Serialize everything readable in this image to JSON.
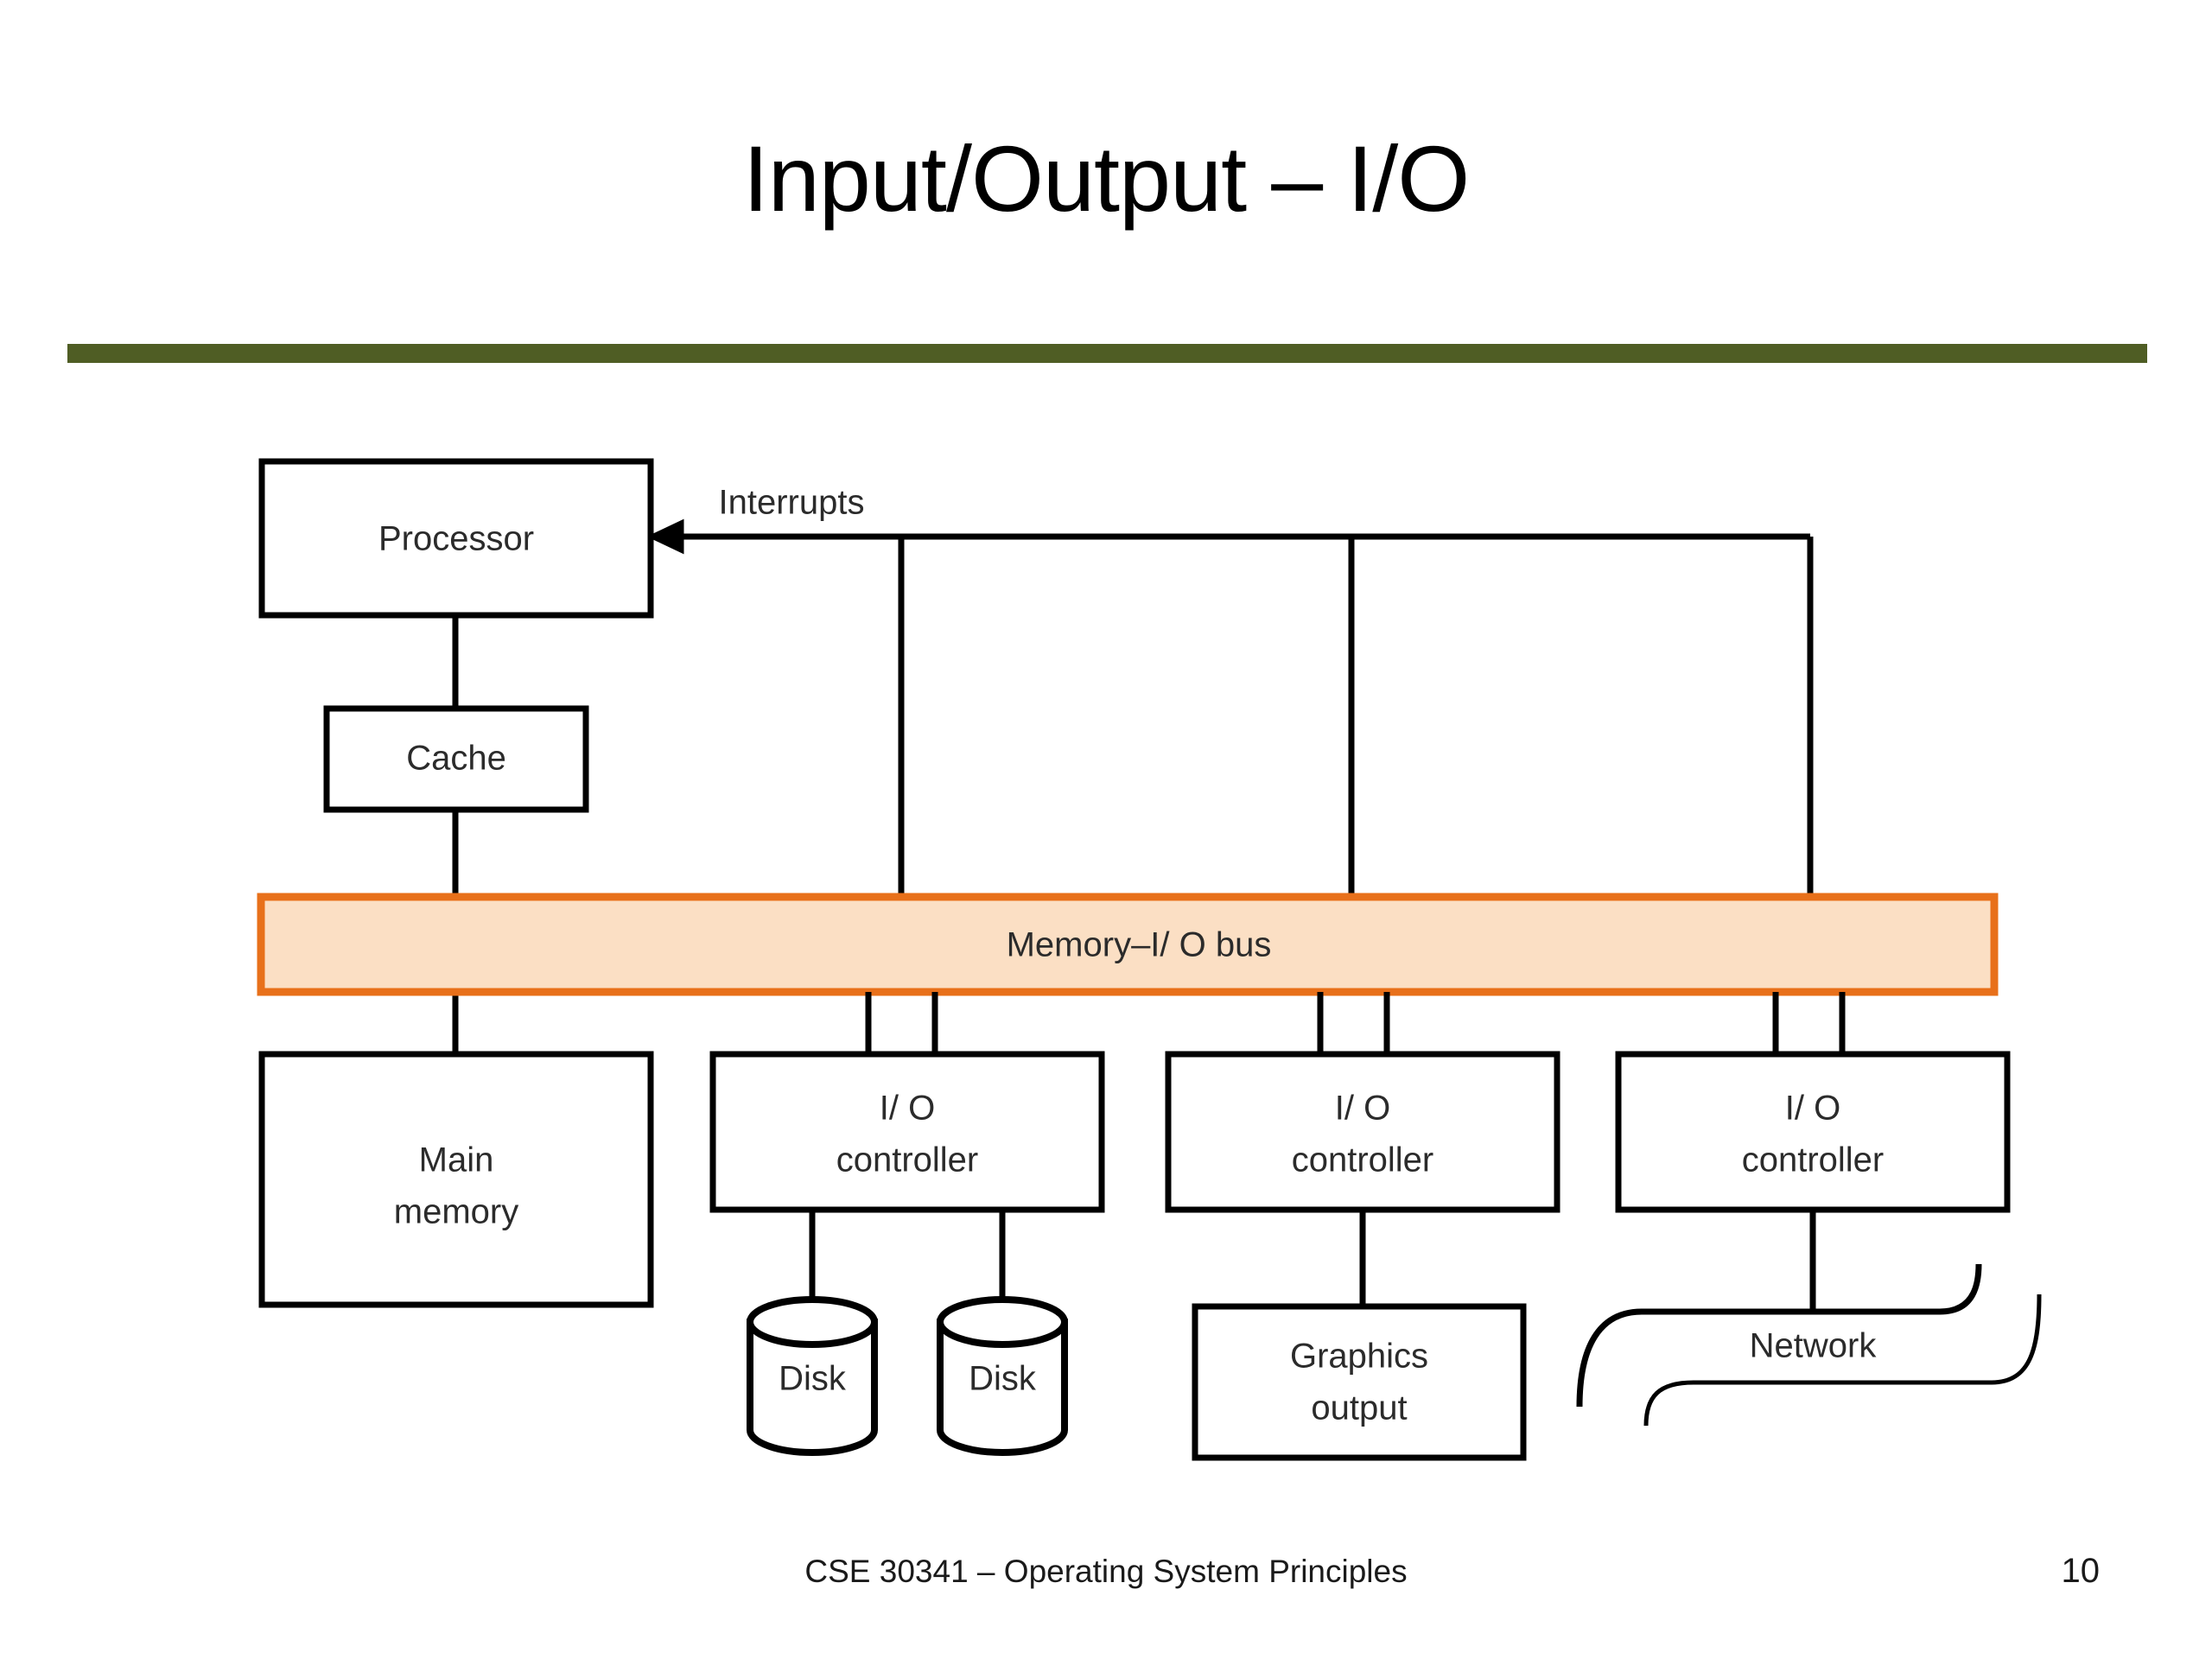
{
  "slide": {
    "title": "Input/Output – I/O",
    "accent_green": "#4F5D24",
    "bus_border_orange": "#E8701A",
    "bus_fill_peach": "#FBDFC4",
    "footer": "CSE 30341 – Operating System Principles",
    "page_number": "10"
  },
  "diagram": {
    "type": "block-diagram",
    "nodes": {
      "processor": "Processor",
      "cache": "Cache",
      "bus": "Memory–I/ O bus",
      "main_memory_line1": "Main",
      "main_memory_line2": "memory",
      "io_controller_1_line1": "I/ O",
      "io_controller_1_line2": "controller",
      "io_controller_2_line1": "I/ O",
      "io_controller_2_line2": "controller",
      "io_controller_3_line1": "I/ O",
      "io_controller_3_line2": "controller",
      "disk_1": "Disk",
      "disk_2": "Disk",
      "graphics_line1": "Graphics",
      "graphics_line2": "output",
      "network": "Network"
    },
    "edge_labels": {
      "interrupts": "Interrupts"
    }
  }
}
